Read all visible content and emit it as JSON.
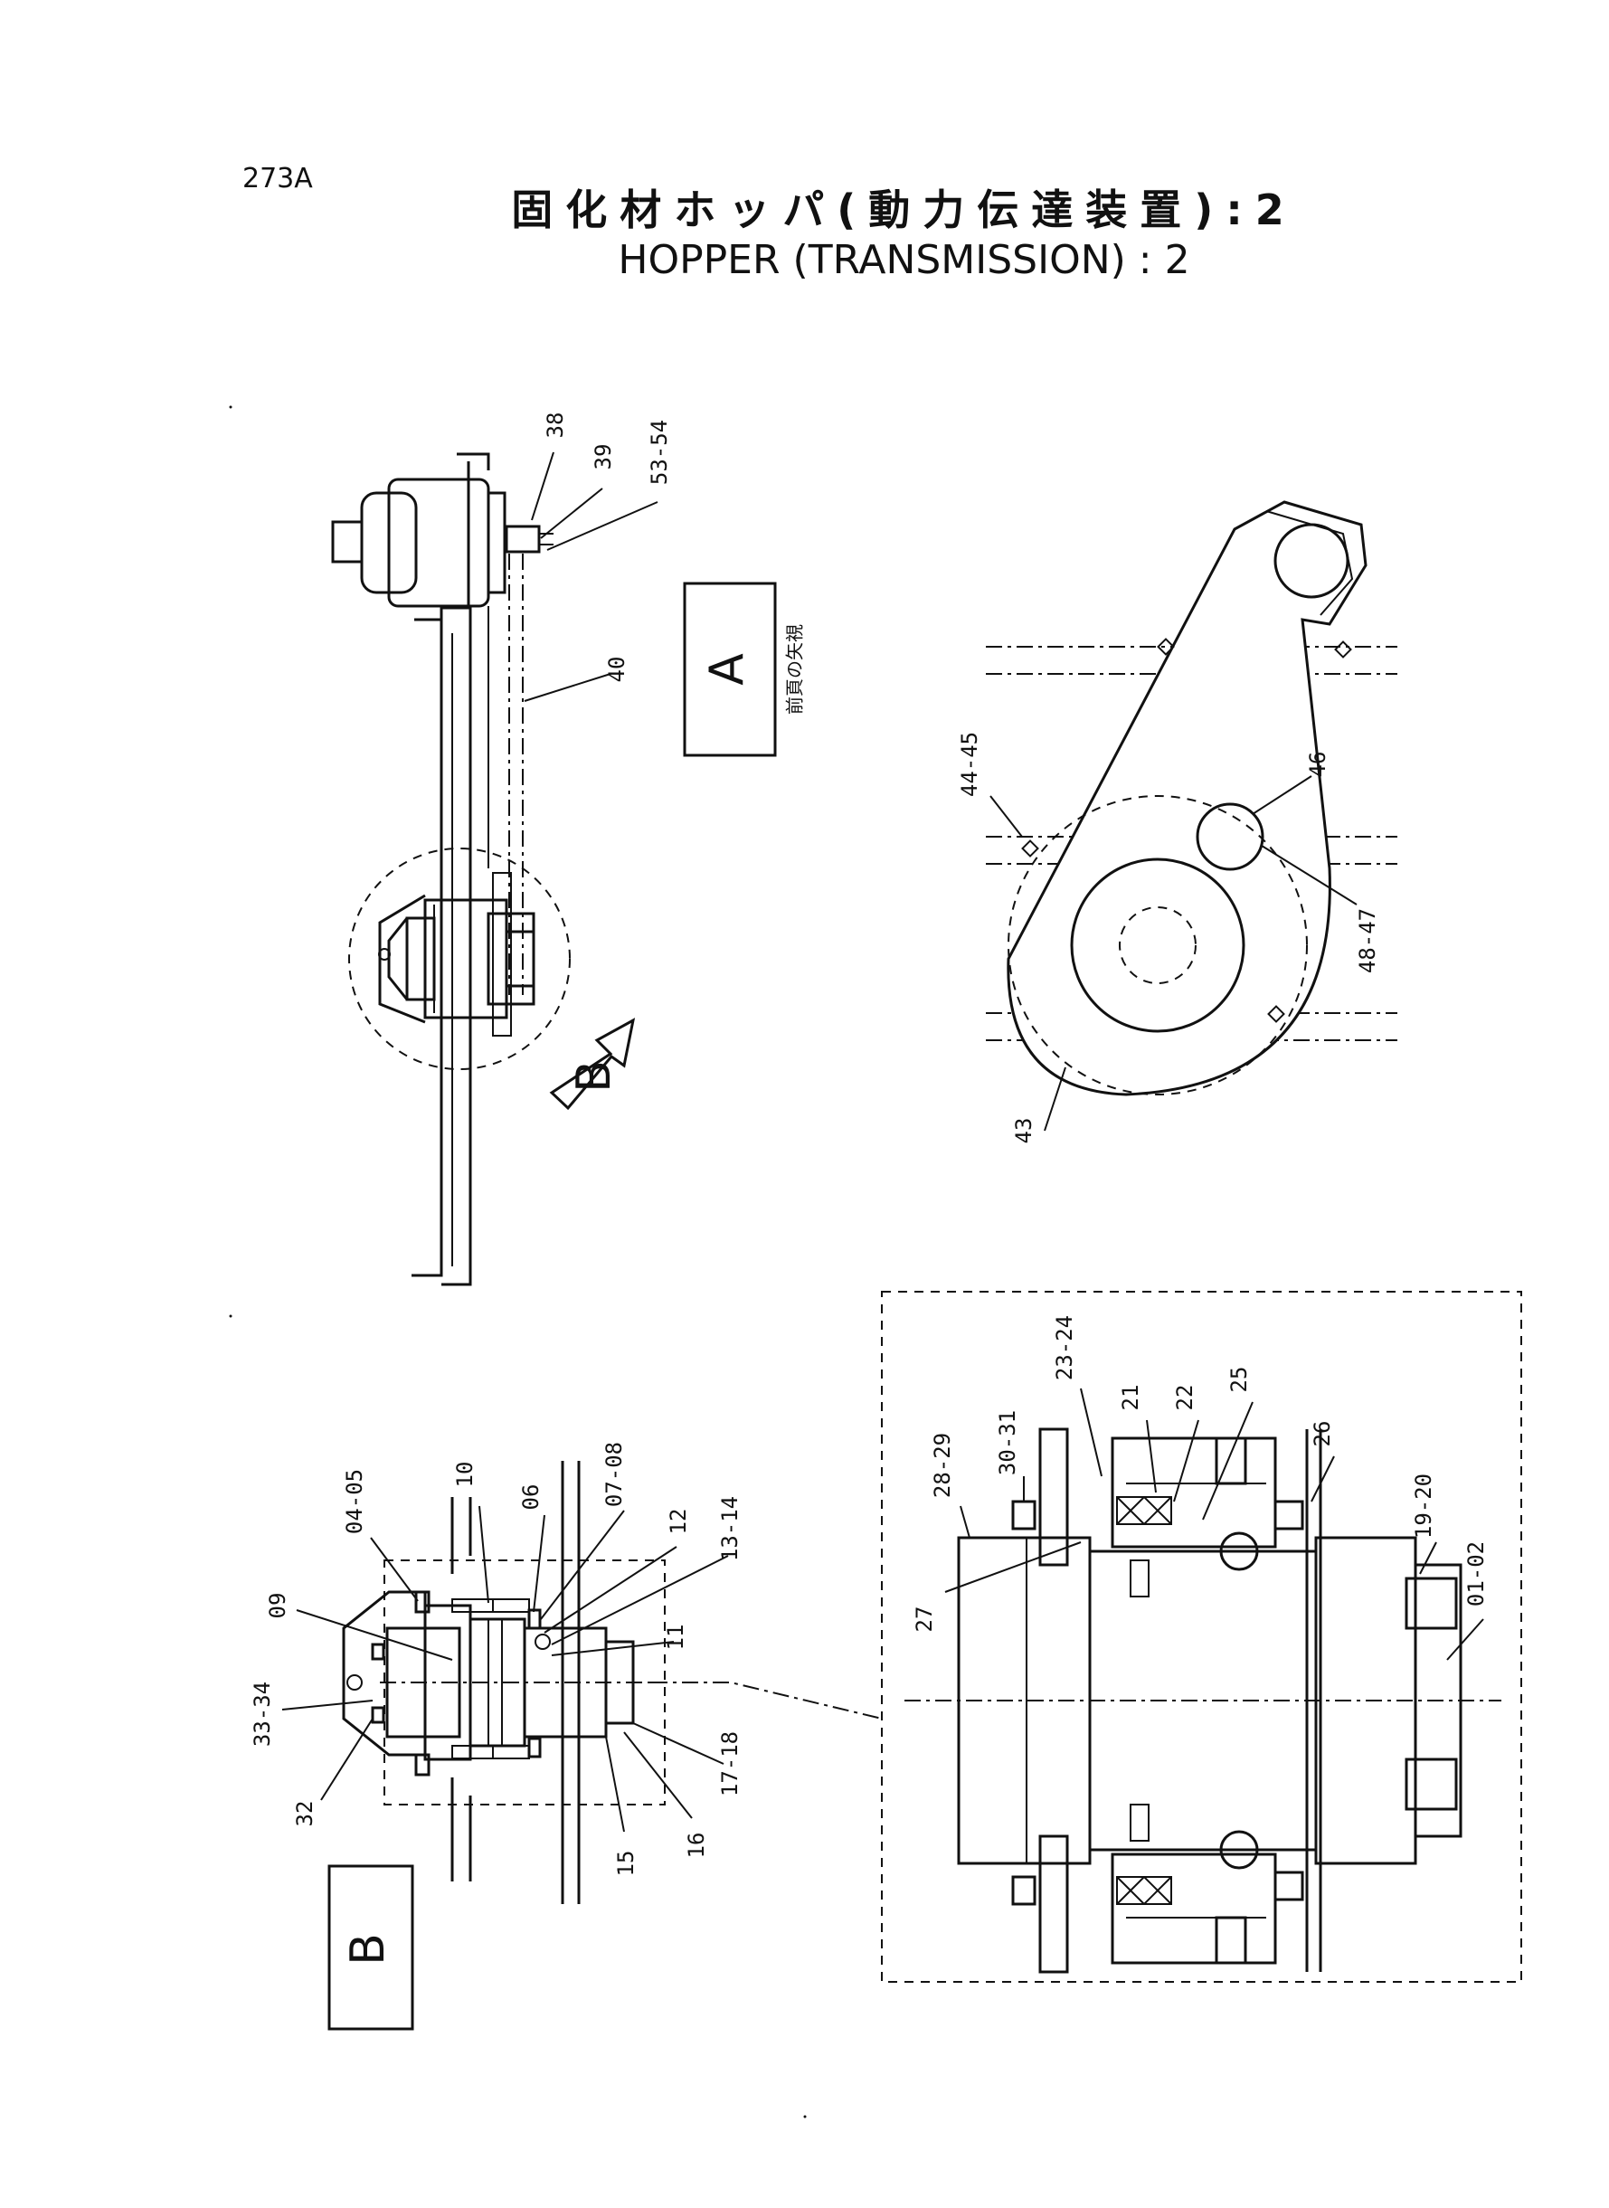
{
  "header": {
    "page_code": "273A",
    "title_jp": "固化材ホッパ(動力伝達装置):2",
    "title_en": "HOPPER (TRANSMISSION) : 2"
  },
  "views": {
    "view_a": {
      "label": "A",
      "note_jp": "前頁の矢視"
    },
    "view_b": {
      "label": "B"
    },
    "arrow_b": {
      "label": "B"
    }
  },
  "part_callouts": {
    "top_left": [
      "38",
      "39",
      "53-54",
      "40"
    ],
    "top_right": [
      "46",
      "44-45",
      "48-47",
      "43"
    ],
    "bottom_left": [
      "04-05",
      "10",
      "06",
      "07-08",
      "12",
      "13-14",
      "09",
      "11",
      "33-34",
      "32",
      "17-18",
      "15",
      "16"
    ],
    "bottom_right": [
      "23-24",
      "21",
      "22",
      "25",
      "30-31",
      "28-29",
      "26",
      "19-20",
      "01-02",
      "27"
    ]
  }
}
